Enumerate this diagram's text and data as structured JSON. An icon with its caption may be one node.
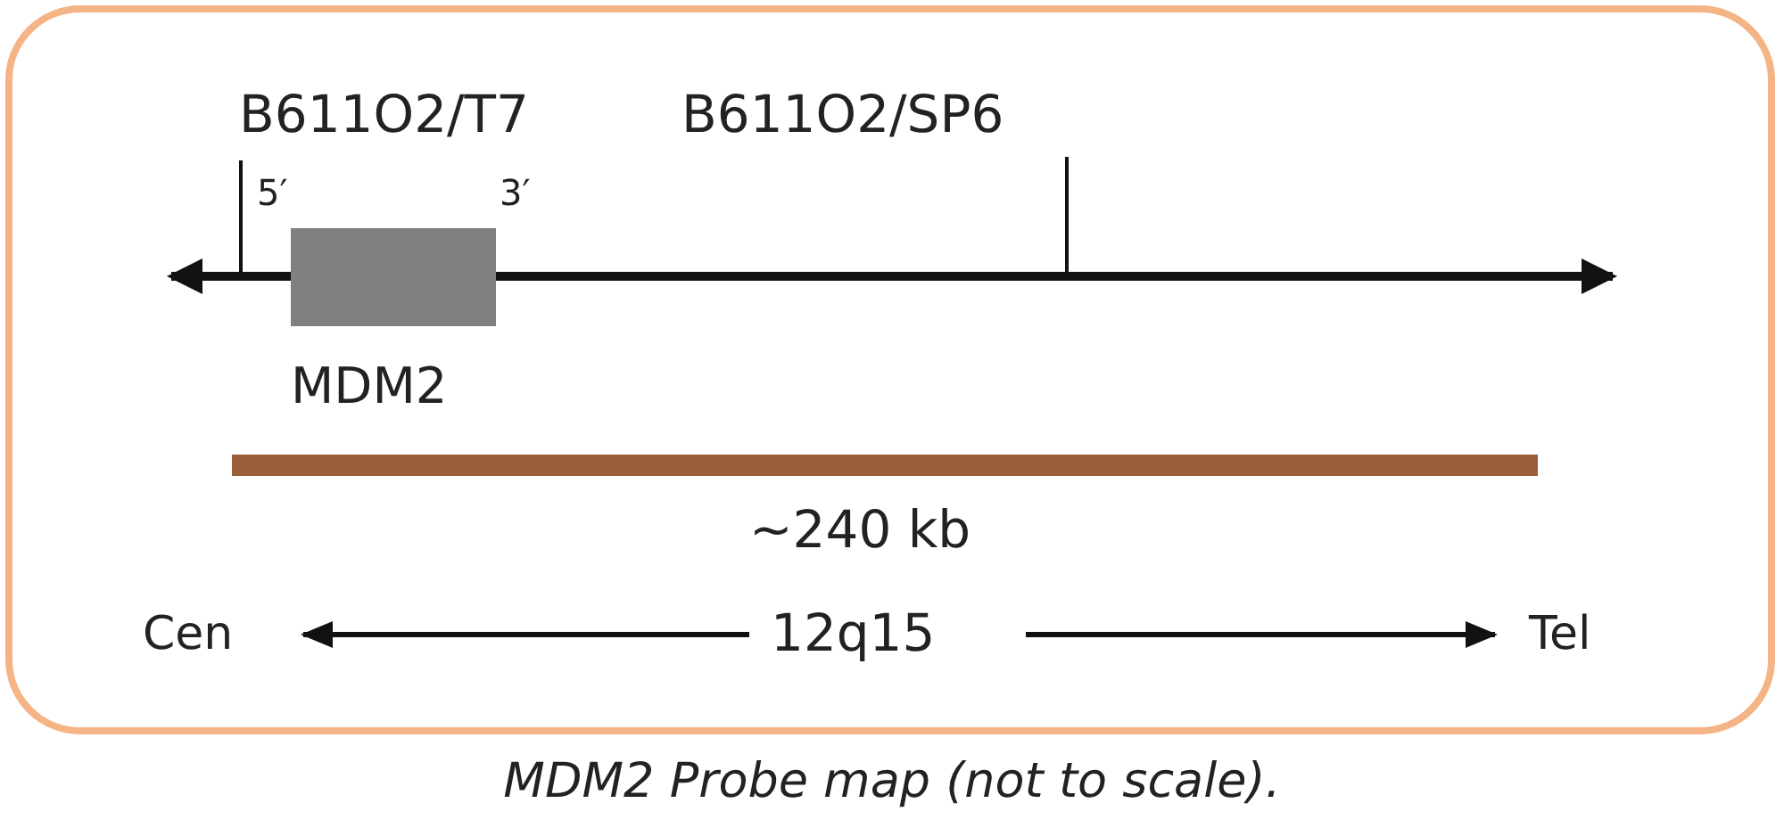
{
  "diagram": {
    "caption": "MDM2 Probe map (not to scale).",
    "nodes": [
      {
        "text": [
          "MDM2"
        ]
      }
    ],
    "labels": [
      "B611O2/T7",
      "B611O2/SP6",
      "5′",
      "3′",
      "~240 kb",
      "Cen",
      "12q15",
      "Tel"
    ]
  }
}
